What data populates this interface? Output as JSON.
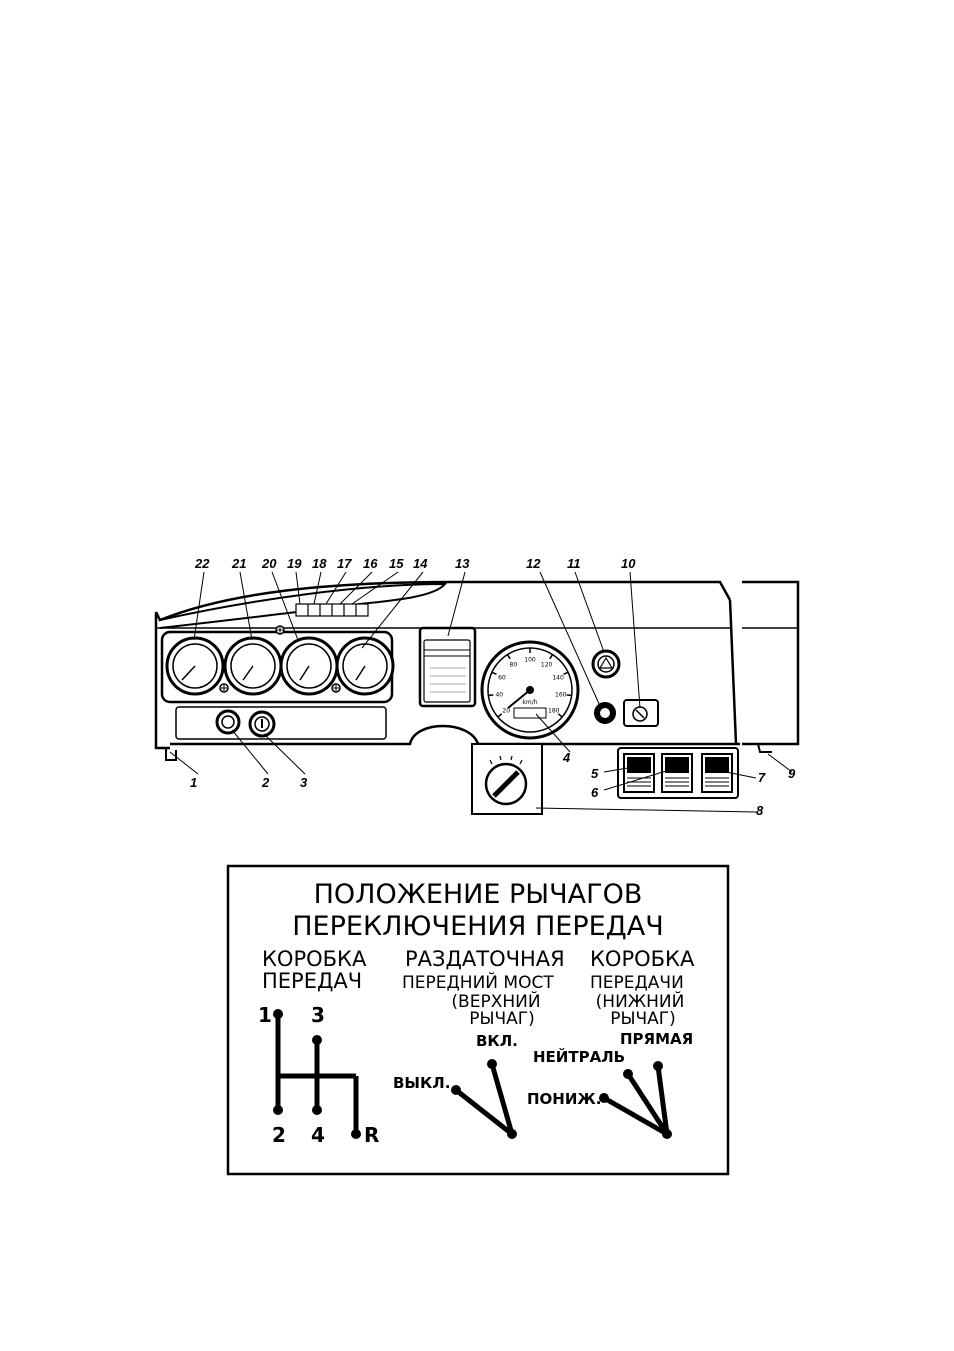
{
  "callouts": [
    "1",
    "2",
    "3",
    "4",
    "5",
    "6",
    "7",
    "8",
    "9",
    "10",
    "11",
    "12",
    "13",
    "14",
    "15",
    "16",
    "17",
    "18",
    "19",
    "20",
    "21",
    "22"
  ],
  "speedometer": {
    "ticks": [
      "20",
      "40",
      "60",
      "80",
      "100",
      "120",
      "140",
      "160",
      "180"
    ],
    "unit": "km/h"
  },
  "plate": {
    "title_line1": "ПОЛОЖЕНИЕ  РЫЧАГОВ",
    "title_line2": "ПЕРЕКЛЮЧЕНИЯ ПЕРЕДАЧ",
    "gearbox": {
      "heading_line1": "КОРОБКА",
      "heading_line2": "ПЕРЕДАЧ",
      "gear_labels": [
        "1",
        "3",
        "2",
        "4",
        "R"
      ]
    },
    "transfer_front": {
      "heading": "РАЗДАТОЧНАЯ",
      "subheading": "ПЕРЕДНИЙ МОСТ",
      "lever_line1": "(ВЕРХНИЙ",
      "lever_line2": "РЫЧАГ)",
      "on_label": "ВКЛ.",
      "off_label": "ВЫКЛ."
    },
    "transfer_range": {
      "heading": "КОРОБКА",
      "subheading": "ПЕРЕДАЧИ",
      "lever_line1": "(НИЖНИЙ",
      "lever_line2": "РЫЧАГ)",
      "neutral_label": "НЕЙТРАЛЬ",
      "direct_label": "ПРЯМАЯ",
      "low_label": "ПОНИЖ."
    }
  }
}
